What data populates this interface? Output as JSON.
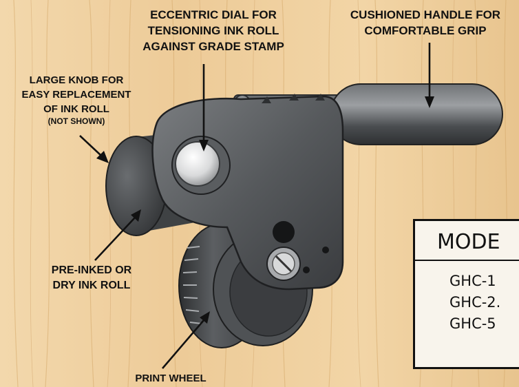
{
  "labels": {
    "eccentric_dial": [
      "ECCENTRIC DIAL FOR",
      "TENSIONING INK ROLL",
      "AGAINST GRADE STAMP"
    ],
    "handle": [
      "CUSHIONED HANDLE FOR",
      "COMFORTABLE GRIP"
    ],
    "knob": [
      "LARGE KNOB FOR",
      "EASY REPLACEMENT",
      "OF INK ROLL"
    ],
    "knob_note": "(NOT SHOWN)",
    "ink_roll": [
      "PRE-INKED OR",
      "DRY INK ROLL"
    ],
    "print_wheel": "PRINT WHEEL"
  },
  "model_table": {
    "header": "MODE",
    "items": [
      "GHC-1",
      "GHC-2.",
      "GHC-5"
    ]
  },
  "colors": {
    "wood_light": "#f0d2a4",
    "wood_dark": "#d9ae72",
    "metal_body": "#56595c",
    "metal_dark": "#2f3134",
    "metal_light": "#9a9da0",
    "table_border": "#111111"
  }
}
